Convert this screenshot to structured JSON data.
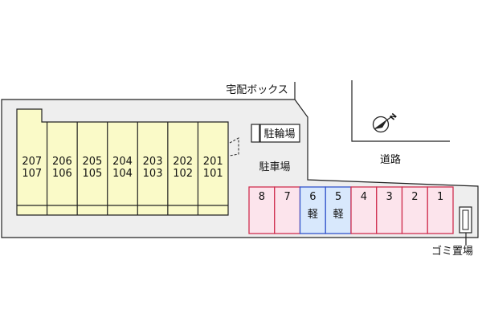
{
  "labels": {
    "delivery_box": "宅配ボックス",
    "bicycle_parking": "駐輪場",
    "parking": "駐車場",
    "road": "道路",
    "garbage": "ゴミ置場"
  },
  "building": {
    "units": [
      {
        "upper": "207",
        "lower": "107"
      },
      {
        "upper": "206",
        "lower": "106"
      },
      {
        "upper": "205",
        "lower": "105"
      },
      {
        "upper": "204",
        "lower": "104"
      },
      {
        "upper": "203",
        "lower": "103"
      },
      {
        "upper": "202",
        "lower": "102"
      },
      {
        "upper": "201",
        "lower": "101"
      }
    ]
  },
  "parking_spaces": [
    {
      "number": "8",
      "kind": "",
      "type": "normal"
    },
    {
      "number": "7",
      "kind": "",
      "type": "normal"
    },
    {
      "number": "6",
      "kind": "軽",
      "type": "kei"
    },
    {
      "number": "5",
      "kind": "軽",
      "type": "kei"
    },
    {
      "number": "4",
      "kind": "",
      "type": "normal"
    },
    {
      "number": "3",
      "kind": "",
      "type": "normal"
    },
    {
      "number": "2",
      "kind": "",
      "type": "normal"
    },
    {
      "number": "1",
      "kind": "",
      "type": "normal"
    }
  ],
  "colors": {
    "site_fill": "#eeeeee",
    "building_fill": "#fafac8",
    "parking_normal_fill": "#fce4ec",
    "parking_normal_stroke": "#d03050",
    "parking_kei_fill": "#d8e8fc",
    "parking_kei_stroke": "#3355cc",
    "line": "#222222"
  },
  "compass": {
    "icon": "north-arrow-icon",
    "letter": "N"
  }
}
